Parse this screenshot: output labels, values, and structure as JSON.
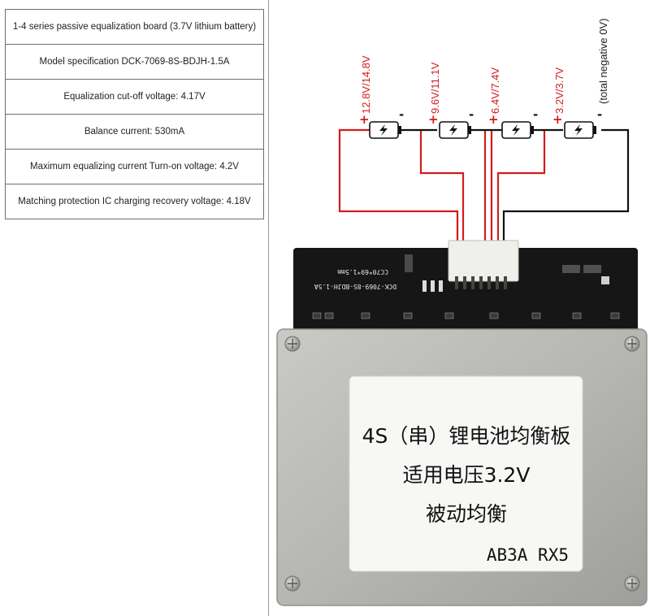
{
  "specs": [
    "1-4 series passive equalization board (3.7V lithium battery)",
    "Model specification DCK-7069-8S-BDJH-1.5A",
    "Equalization cut-off voltage: 4.17V",
    "Balance current: 530mA",
    "Maximum equalizing current Turn-on voltage: 4.2V",
    "Matching protection IC charging recovery voltage: 4.18V"
  ],
  "diagram": {
    "voltages": [
      "12.8V/14.8V",
      "9.6V/11.1V",
      "6.4V/7.4V",
      "3.2V/3.7V"
    ],
    "negative_label": "(total negative 0V)",
    "plus": "+",
    "minus": "-",
    "wire_color": "#d21c1c",
    "ground_color": "#111111"
  },
  "board": {
    "silk_model": "DCK-7069-8S-BDJH-1.5A",
    "silk_size": "CC70*69*1.5mm",
    "label_line1": "4S（串）锂电池均衡板",
    "label_line2": "适用电压3.2V",
    "label_line3": "被动均衡",
    "label_code": "AB3A  RX5"
  }
}
